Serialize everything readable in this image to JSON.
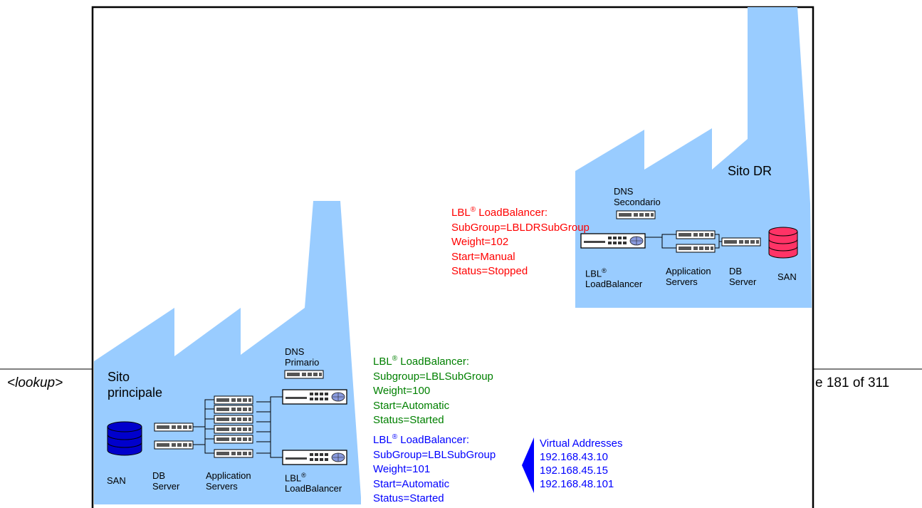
{
  "colors": {
    "building": "#99CCFF",
    "red_text": "#FF0000",
    "green_text": "#008000",
    "blue_text": "#0000FF",
    "san_dr": "#FF3366",
    "san_main": "#0000CC",
    "frame": "#000000"
  },
  "footer": {
    "left": "<lookup>",
    "right": "e 181 of 311"
  },
  "dr_site": {
    "title": "Sito DR",
    "dns_line1": "DNS",
    "dns_line2": "Secondario",
    "lbl_1": "LBL",
    "lbl_sup": "®",
    "lbl_2": "LoadBalancer",
    "app_1": "Application",
    "app_2": "Servers",
    "db_1": "DB",
    "db_2": "Server",
    "san": "SAN"
  },
  "main_site": {
    "title_1": "Sito",
    "title_2": "principale",
    "dns_line1": "DNS",
    "dns_line2": "Primario",
    "san": "SAN",
    "db_1": "DB",
    "db_2": "Server",
    "app_1": "Application",
    "app_2": "Servers",
    "lbl_1": "LBL",
    "lbl_sup": "®",
    "lbl_2": "LoadBalancer"
  },
  "red_block": {
    "line1_a": "LBL",
    "line1_sup": "®",
    "line1_b": " LoadBalancer:",
    "line2": "SubGroup=LBLDRSubGroup",
    "line3": "Weight=102",
    "line4": "Start=Manual",
    "line5": "Status=Stopped"
  },
  "green_block": {
    "line1_a": "LBL",
    "line1_sup": "®",
    "line1_b": " LoadBalancer:",
    "line2": "Subgroup=LBLSubGroup",
    "line3": "Weight=100",
    "line4": "Start=Automatic",
    "line5": "Status=Started"
  },
  "blue_block": {
    "line1_a": "LBL",
    "line1_sup": "®",
    "line1_b": " LoadBalancer:",
    "line2": "SubGroup=LBLSubGroup",
    "line3": "Weight=101",
    "line4": "Start=Automatic",
    "line5": "Status=Started"
  },
  "virtual": {
    "title": "Virtual Addresses",
    "addr1": "192.168.43.10",
    "addr2": "192.168.45.15",
    "addr3": "192.168.48.101"
  }
}
